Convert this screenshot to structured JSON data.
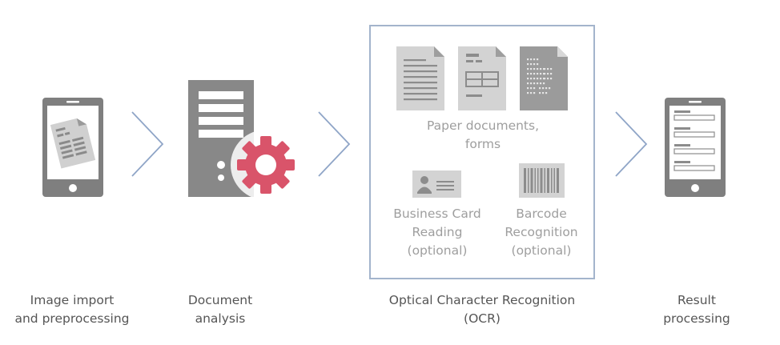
{
  "steps": [
    {
      "line1": "Image import",
      "line2": "and preprocessing"
    },
    {
      "line1": "Document",
      "line2": "analysis"
    },
    {
      "line1": "Optical Character Recognition",
      "line2": "(OCR)"
    },
    {
      "line1": "Result",
      "line2": "processing"
    }
  ],
  "ocr": {
    "paper": {
      "line1": "Paper documents,",
      "line2": "forms"
    },
    "business_card": {
      "line1": "Business Card",
      "line2": "Reading",
      "line3": "(optional)"
    },
    "barcode": {
      "line1": "Barcode",
      "line2": "Recognition",
      "line3": "(optional)"
    }
  },
  "colors": {
    "device": "#7f7f7f",
    "server": "#888888",
    "gear": "#d9546a",
    "arrow": "#8fa5c7",
    "box_border": "#a3b4cc",
    "doc": "#d3d3d3",
    "label_text": "#555555",
    "sub_label_text": "#9e9e9e"
  },
  "icons": [
    "phone-icon",
    "server-icon",
    "gear-icon",
    "chevron-right-icon",
    "document-icon",
    "form-icon",
    "table-document-icon",
    "business-card-icon",
    "barcode-icon",
    "result-phone-icon"
  ]
}
